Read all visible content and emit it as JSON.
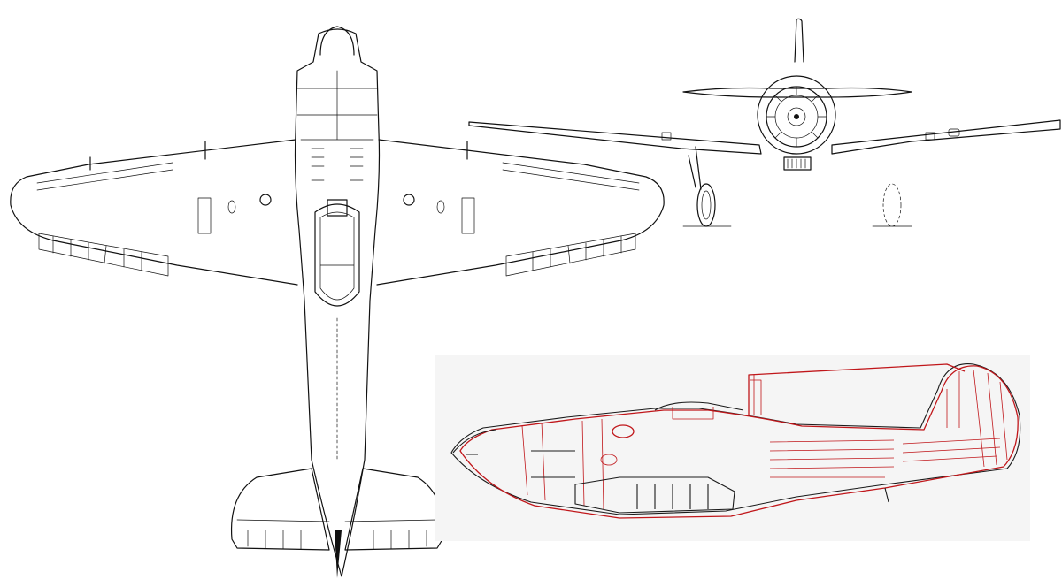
{
  "drawing": {
    "views": [
      "plan-view",
      "front-view",
      "side-cutaway-view"
    ],
    "colors": {
      "ink": "#111111",
      "overlay_red": "#c0161a",
      "background": "#ffffff",
      "panel_bg": "#f5f5f5"
    }
  }
}
